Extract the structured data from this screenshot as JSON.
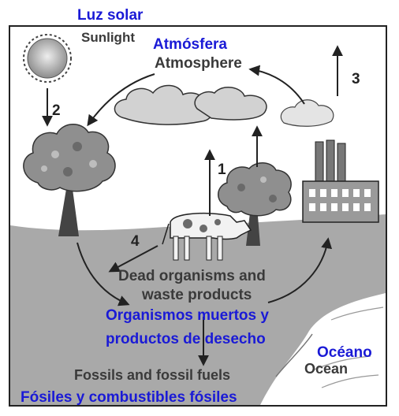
{
  "labels_en": {
    "sunlight": "Sunlight",
    "atmosphere": "Atmosphere",
    "dead_organisms_line1": "Dead organisms and",
    "dead_organisms_line2": "waste products",
    "fossils": "Fossils and fossil fuels",
    "ocean": "Ocean"
  },
  "labels_es": {
    "sunlight": "Luz solar",
    "atmosphere": "Atmósfera",
    "dead_organisms_line1": "Organismos muertos y",
    "dead_organisms_line2": "productos de desecho",
    "fossils": "Fósiles y combustibles fósiles",
    "ocean": "Océano"
  },
  "arrow_numbers": {
    "n1": "1",
    "n2": "2",
    "n3": "3",
    "n4": "4"
  },
  "icons": [
    "sun-icon",
    "cloud-icon",
    "tree-icon",
    "cow-icon",
    "factory-icon",
    "ocean-icon"
  ],
  "colors": {
    "spanish_label": "#1a1ad6",
    "english_label": "#3a3a3a",
    "ground": "#a9a9a9",
    "sky": "#ffffff"
  }
}
